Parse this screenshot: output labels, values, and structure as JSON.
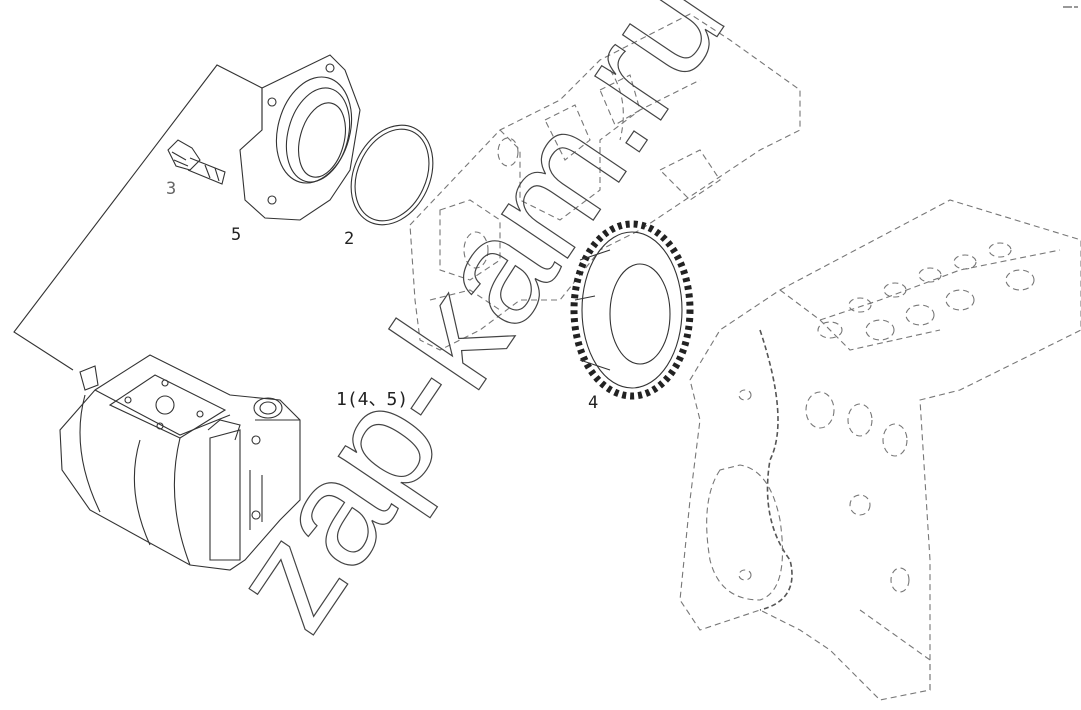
{
  "callouts": {
    "assembly": "1(4、5)",
    "o_ring": "2",
    "fitting": "3",
    "gear": "4",
    "flange": "5"
  },
  "watermark": "zap-kam.ru"
}
